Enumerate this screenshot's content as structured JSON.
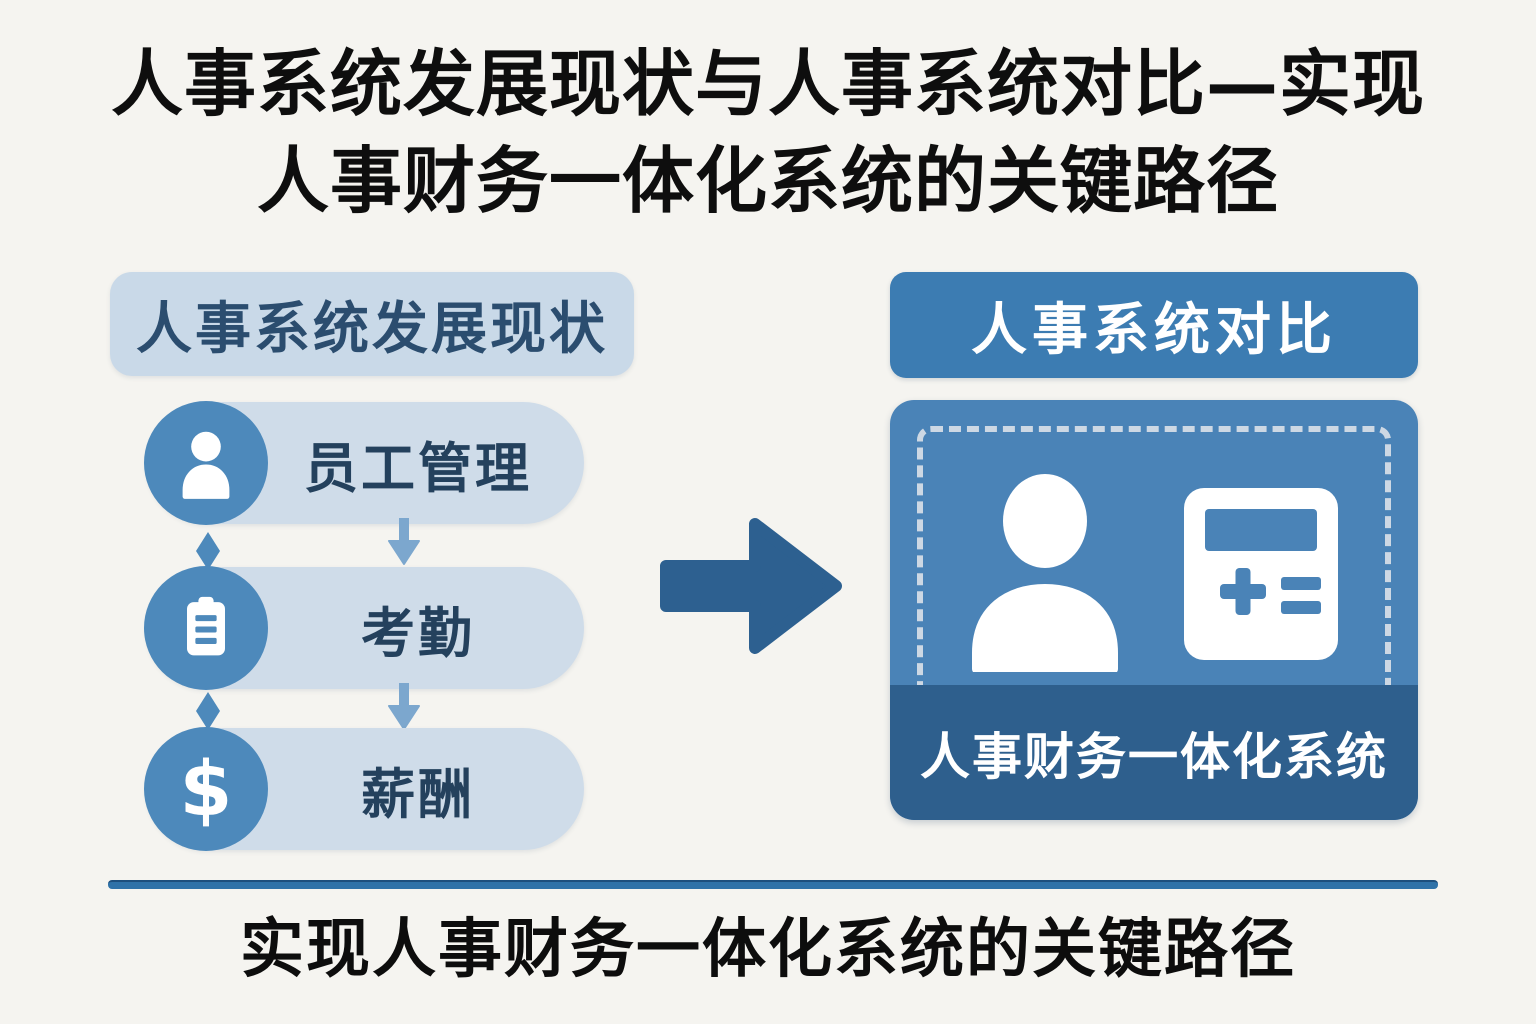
{
  "title": {
    "line1": "人事系统发展现状与人事系统对比—实现",
    "line2": "人事财务一体化系统的关键路径"
  },
  "left_panel": {
    "header": "人事系统发展现状",
    "items": [
      {
        "icon": "person-icon",
        "label": "员工管理"
      },
      {
        "icon": "clipboard-icon",
        "label": "考勤"
      },
      {
        "icon": "dollar-icon",
        "label": "薪酬",
        "dollar_symbol": "$"
      }
    ]
  },
  "right_panel": {
    "header": "人事系统对比",
    "caption": "人事财务一体化系统",
    "icons": [
      "person-icon",
      "calculator-icon"
    ]
  },
  "footer": {
    "title": "实现人事财务一体化系统的关键路径"
  },
  "colors": {
    "background": "#f5f4f0",
    "title_text": "#0e0e0e",
    "left_header_bg": "#c9d9e8",
    "left_header_text": "#2b4d6f",
    "pill_bg": "#cfdce9",
    "pill_text": "#24415d",
    "icon_circle": "#4d89bb",
    "connector_diamond": "#4d89bb",
    "down_arrow": "#7ca7ce",
    "main_arrow": "#2d6090",
    "right_header_bg": "#3c7cb2",
    "right_box_bg": "#4a83b7",
    "dashed_border": "#cdd8e4",
    "caption_band_bg": "#2e5f8d",
    "divider": "#2f72a8",
    "icon_fill": "#ffffff"
  }
}
